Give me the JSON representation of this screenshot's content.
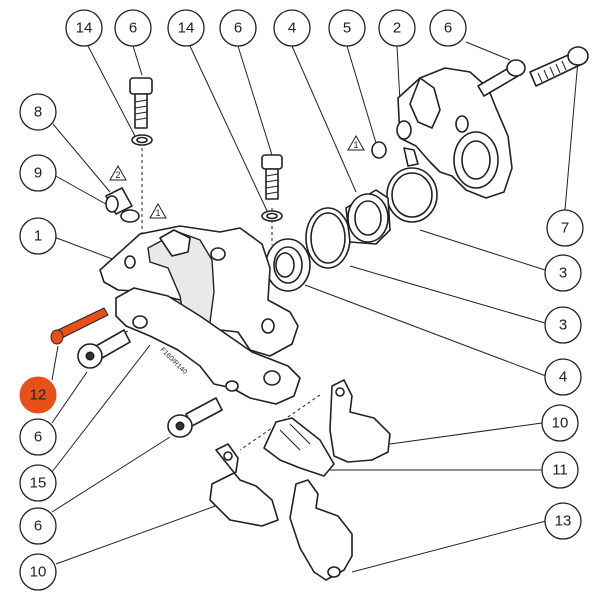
{
  "diagram": {
    "highlight_color": "#e8501a",
    "stroke_color": "#222222",
    "callouts": [
      {
        "id": "c14a",
        "label": "14"
      },
      {
        "id": "c6a",
        "label": "6"
      },
      {
        "id": "c14b",
        "label": "14"
      },
      {
        "id": "c6b",
        "label": "6"
      },
      {
        "id": "c4a",
        "label": "4"
      },
      {
        "id": "c5",
        "label": "5"
      },
      {
        "id": "c2",
        "label": "2"
      },
      {
        "id": "c6c",
        "label": "6"
      },
      {
        "id": "c8",
        "label": "8"
      },
      {
        "id": "c9",
        "label": "9"
      },
      {
        "id": "c1",
        "label": "1"
      },
      {
        "id": "c7",
        "label": "7"
      },
      {
        "id": "c3a",
        "label": "3"
      },
      {
        "id": "c3b",
        "label": "3"
      },
      {
        "id": "c4b",
        "label": "4"
      },
      {
        "id": "c12",
        "label": "12"
      },
      {
        "id": "c6d",
        "label": "6"
      },
      {
        "id": "c10a",
        "label": "10"
      },
      {
        "id": "c15",
        "label": "15"
      },
      {
        "id": "c11",
        "label": "11"
      },
      {
        "id": "c6e",
        "label": "6"
      },
      {
        "id": "c13",
        "label": "13"
      },
      {
        "id": "c10b",
        "label": "10"
      }
    ],
    "warnings": [
      {
        "id": "w1",
        "label": "1"
      },
      {
        "id": "w2",
        "label": "2"
      },
      {
        "id": "w3",
        "label": "1"
      }
    ],
    "stamp": "F160/R140"
  }
}
